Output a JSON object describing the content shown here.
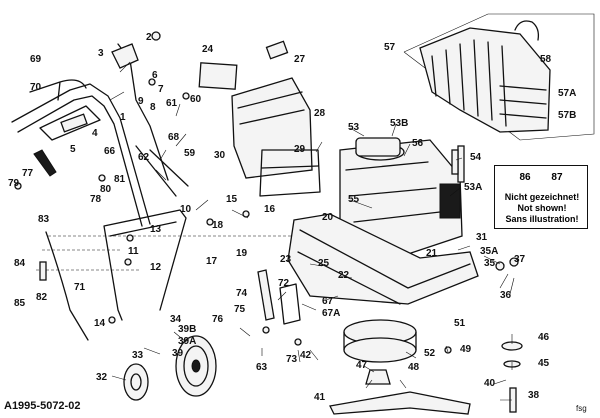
{
  "document_code": "A1995-5072-02",
  "corner_mark": "fsg",
  "note": {
    "refs": [
      "86",
      "87"
    ],
    "lines": [
      "Nicht gezeichnet!",
      "Not shown!",
      "Sans illustration!"
    ]
  },
  "callouts": [
    "1",
    "2",
    "3",
    "4",
    "5",
    "6",
    "7",
    "8",
    "9",
    "10",
    "11",
    "12",
    "13",
    "14",
    "15",
    "16",
    "17",
    "18",
    "19",
    "20",
    "21",
    "22",
    "23",
    "24",
    "25",
    "27",
    "28",
    "29",
    "30",
    "31",
    "32",
    "33",
    "34",
    "35",
    "35A",
    "36",
    "37",
    "38",
    "39",
    "39A",
    "39B",
    "40",
    "41",
    "42",
    "45",
    "46",
    "47",
    "48",
    "49",
    "51",
    "52",
    "53",
    "53A",
    "53B",
    "54",
    "55",
    "56",
    "57",
    "57A",
    "57B",
    "58",
    "59",
    "60",
    "61",
    "62",
    "63",
    "66",
    "67",
    "67A",
    "68",
    "69",
    "70",
    "71",
    "72",
    "73",
    "74",
    "75",
    "76",
    "77",
    "78",
    "79",
    "80",
    "81",
    "82",
    "83",
    "84",
    "85"
  ]
}
